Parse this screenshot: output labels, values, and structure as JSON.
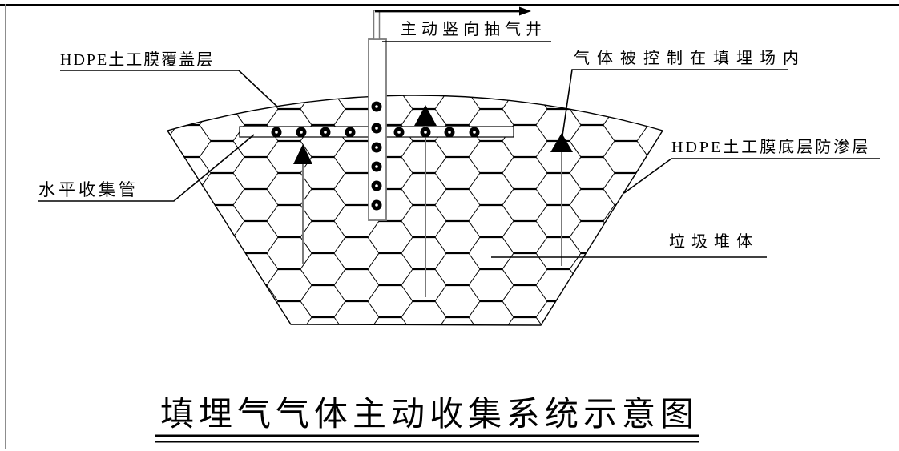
{
  "diagram": {
    "title": "填埋气气体主动收集系统示意图",
    "labels": {
      "extraction_well": "主动竖向抽气井",
      "cover_layer": "HDPE土工膜覆盖层",
      "gas_contained": "气体被控制在填埋场内",
      "bottom_liner": "HDPE土工膜底层防渗层",
      "horizontal_pipe": "水平收集管",
      "waste_body": "垃圾堆体"
    },
    "colors": {
      "background": "#ffffff",
      "line": "#000000",
      "pipe_gray": "#7b7b7b",
      "left_border_gray": "#8d8d8d"
    }
  }
}
